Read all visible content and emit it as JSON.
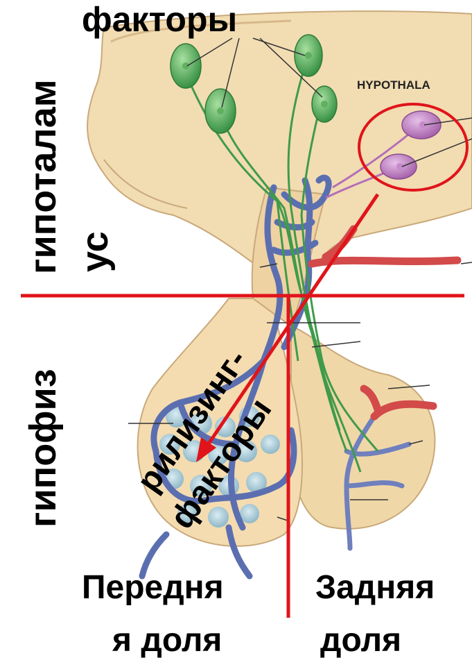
{
  "labels": {
    "top_factors": "факторы",
    "hypothalamus_label": "HYPOTHALA",
    "side_hypothalamus": "гипоталам",
    "side_hypothalamus_cont": "ус",
    "side_pituitary": "гипофиз",
    "releasing_1": "рилизинг-",
    "releasing_2": "факторы",
    "anterior_1": "Передня",
    "anterior_2": "я доля",
    "posterior_1": "Задняя",
    "posterior_2": "доля"
  },
  "colors": {
    "accent_red": "#e0141a",
    "neuron_green": "#3f9b4a",
    "neuron_purple": "#b36fb8",
    "vessel_blue": "#5b6fb0",
    "artery_red": "#d24a4a",
    "tissue": "#f1d9ae"
  }
}
